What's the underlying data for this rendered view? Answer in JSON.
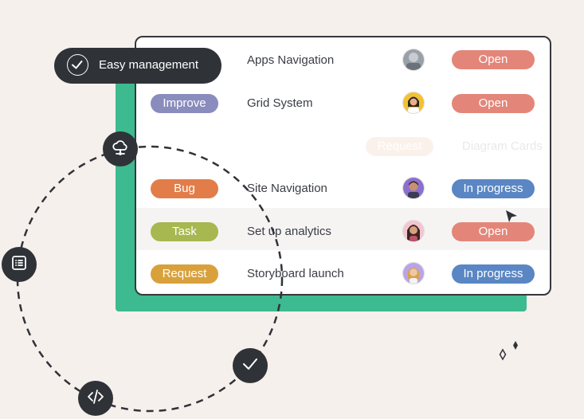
{
  "badge": {
    "label": "Easy management",
    "icon": "check-circle-icon"
  },
  "tasks": [
    {
      "tag": "",
      "tag_color": "",
      "title": "Apps Navigation",
      "status": "Open",
      "status_color": "#e38679",
      "avatar": "avatar-gray",
      "ghost": false,
      "highlight": false
    },
    {
      "tag": "Improve",
      "tag_color": "#8a8cbd",
      "title": "Grid System",
      "status": "Open",
      "status_color": "#e38679",
      "avatar": "avatar-yellow",
      "ghost": false,
      "highlight": false
    },
    {
      "tag": "Request",
      "tag_color": "#f0c9b2",
      "title": "Diagram Cards",
      "status": "",
      "status_color": "",
      "avatar": "",
      "ghost": true,
      "highlight": false
    },
    {
      "tag": "Bug",
      "tag_color": "#e27d4a",
      "title": "Site Navigation",
      "status": "In progress",
      "status_color": "#5a86c4",
      "avatar": "avatar-purple",
      "ghost": false,
      "highlight": false
    },
    {
      "tag": "Task",
      "tag_color": "#a6b84f",
      "title": "Set up analytics",
      "status": "Open",
      "status_color": "#e38679",
      "avatar": "avatar-pink",
      "ghost": false,
      "highlight": true
    },
    {
      "tag": "Request",
      "tag_color": "#d9a13c",
      "title": "Storyboard launch",
      "status": "In progress",
      "status_color": "#5a86c4",
      "avatar": "avatar-lilac",
      "ghost": false,
      "highlight": false
    }
  ],
  "colors": {
    "background": "#f6f0ec",
    "panel_green": "#3dba8f",
    "card_border": "#35383e",
    "dark_node": "#2f3338"
  },
  "icons": [
    "cloud-network-icon",
    "list-document-icon",
    "code-icon",
    "check-icon",
    "cursor-icon",
    "sparkle-icon"
  ]
}
